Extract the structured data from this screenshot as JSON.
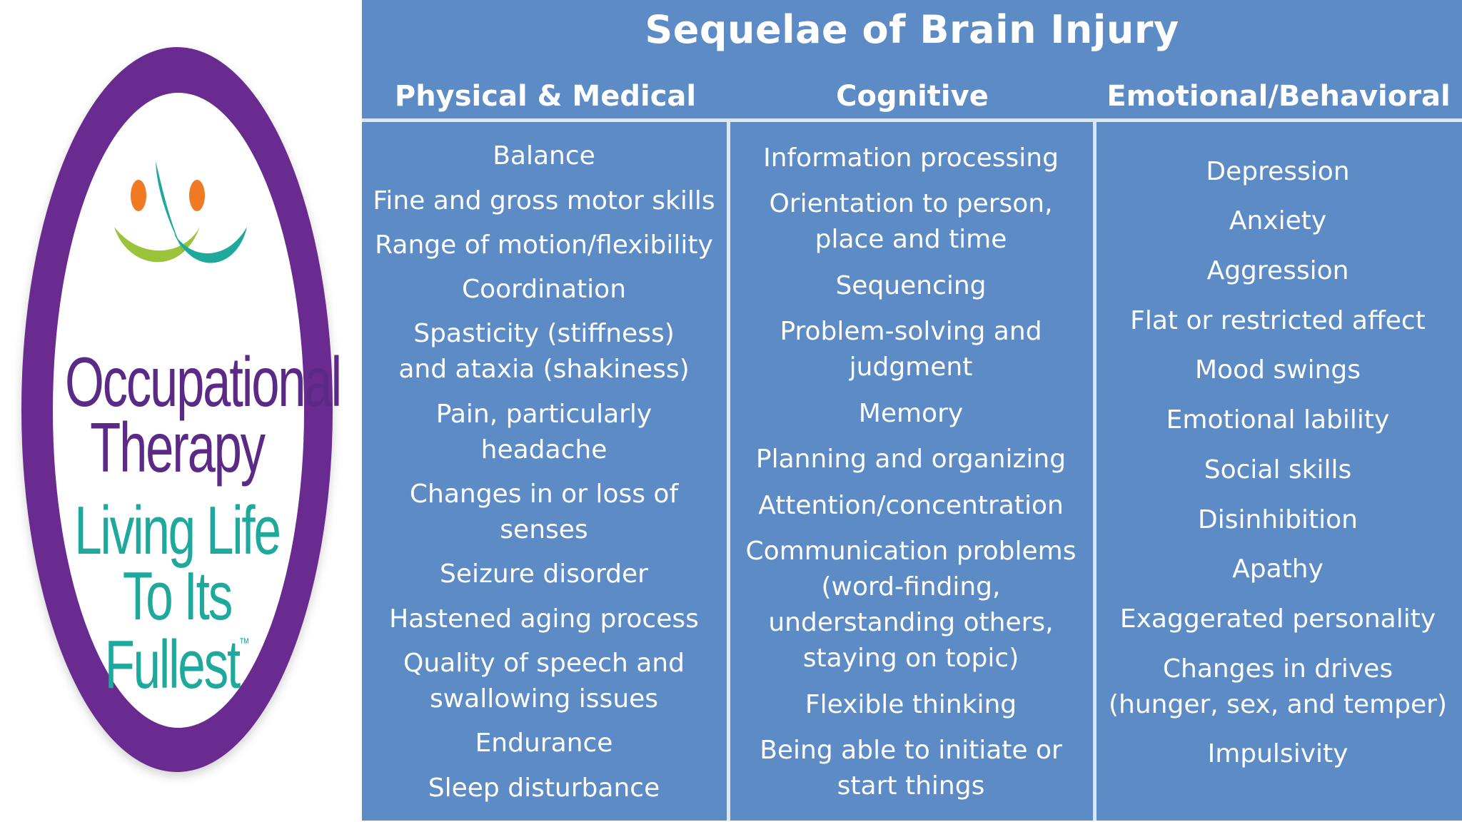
{
  "logo": {
    "line1": "Occupational",
    "line2": "Therapy",
    "line3": "Living Life",
    "line4": "To Its Fullest",
    "trademark": "™",
    "colors": {
      "ring": "#6a2b91",
      "text_primary": "#5b2a87",
      "text_secondary": "#1fa89c",
      "figure_orange": "#ef7a23",
      "figure_green": "#9bc43a",
      "figure_teal": "#1fa89c"
    }
  },
  "table": {
    "title": "Sequelae of Brain Injury",
    "background": "#5c8bc6",
    "columns": [
      {
        "header": "Physical & Medical",
        "items": [
          "Balance",
          "Fine and gross motor skills",
          "Range of motion/flexibility",
          "Coordination",
          "Spasticity (stiffness) and ataxia (shakiness)",
          "Pain, particularly headache",
          "Changes in or loss of senses",
          "Seizure disorder",
          "Hastened aging process",
          "Quality of speech and swallowing issues",
          "Endurance",
          "Sleep disturbance"
        ]
      },
      {
        "header": "Cognitive",
        "items": [
          "Information processing",
          "Orientation to person, place and time",
          "Sequencing",
          "Problem-solving and judgment",
          "Memory",
          "Planning and organizing",
          "Attention/concentration",
          "Communication problems (word-finding, understanding others, staying on topic)",
          "Flexible thinking",
          "Being able to initiate or start things"
        ]
      },
      {
        "header": "Emotional/Behavioral",
        "items": [
          "Depression",
          "Anxiety",
          "Aggression",
          "Flat or restricted affect",
          "Mood swings",
          "Emotional lability",
          "Social skills",
          "Disinhibition",
          "Apathy",
          "Exaggerated personality",
          "Changes in drives (hunger, sex, and temper)",
          "Impulsivity"
        ]
      }
    ]
  }
}
